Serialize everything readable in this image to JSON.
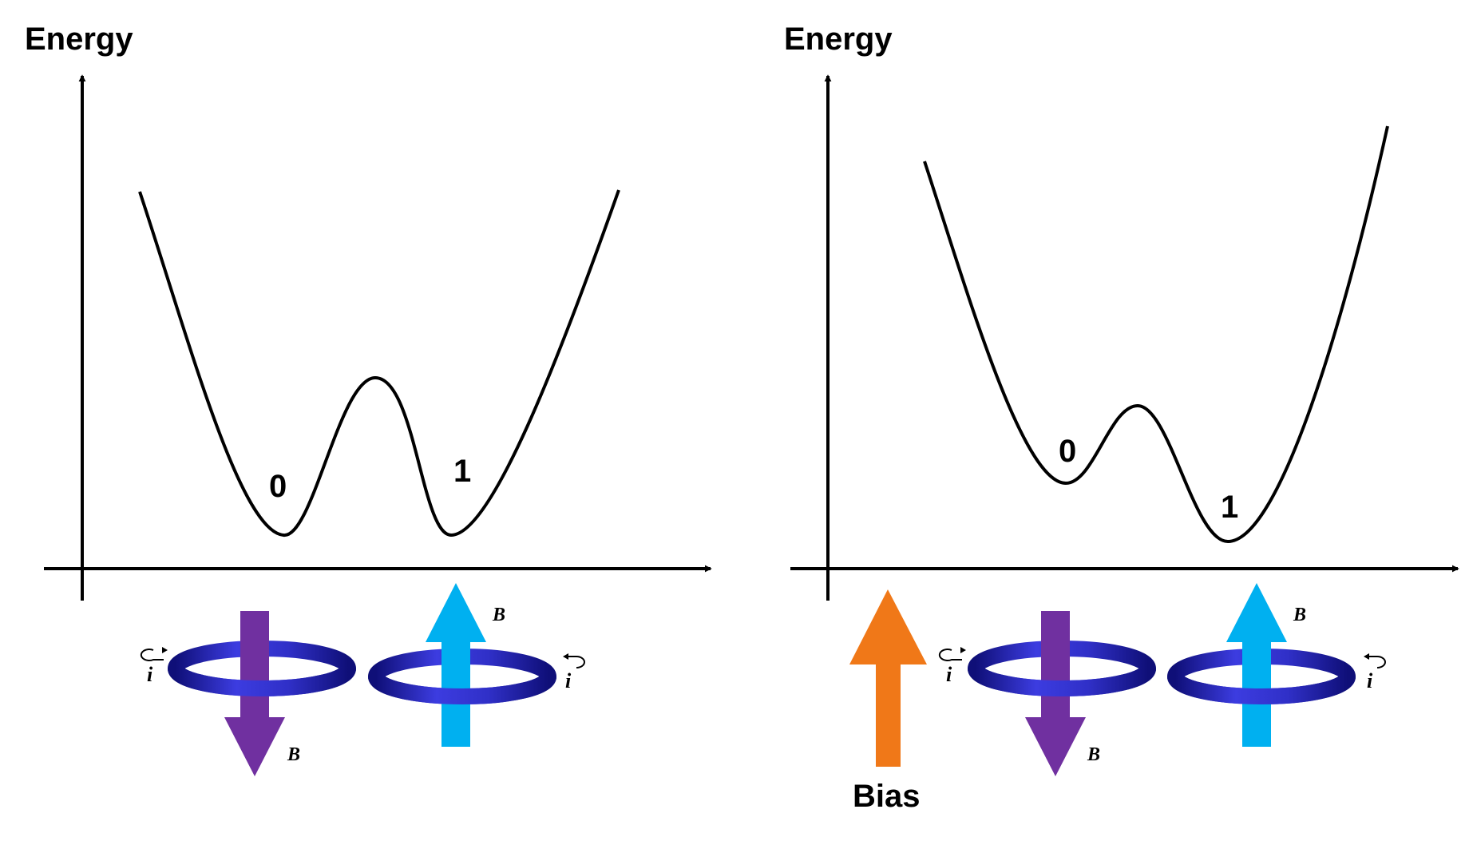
{
  "left_panel": {
    "axis_label": "Energy",
    "state0_label": "0",
    "state1_label": "1",
    "down_field_label": "B",
    "up_field_label": "B",
    "current_label_left": "i",
    "current_label_right": "i"
  },
  "right_panel": {
    "axis_label": "Energy",
    "state0_label": "0",
    "state1_label": "1",
    "down_field_label": "B",
    "up_field_label": "B",
    "current_label_left": "i",
    "current_label_right": "i",
    "bias_label": "Bias"
  },
  "colors": {
    "curve": "#000000",
    "axis": "#000000",
    "field_down": "#7030a0",
    "field_up": "#00b0f0",
    "bias_arrow": "#f07818",
    "loop_dark": "#10107a",
    "loop_light": "#3c3ce0"
  }
}
